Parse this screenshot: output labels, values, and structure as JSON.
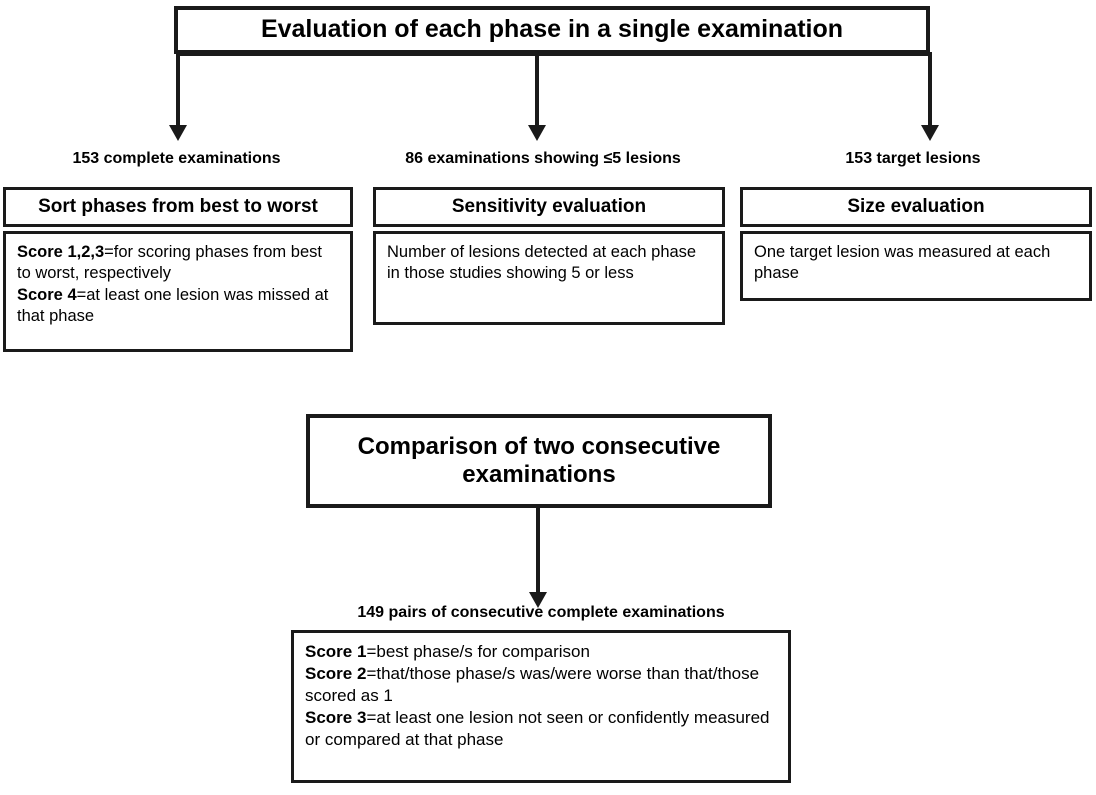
{
  "diagram": {
    "title": "Evaluation of each phase in a single examination",
    "branches": [
      {
        "caption": "153 complete examinations",
        "heading": "Sort phases from best to worst",
        "lines": [
          {
            "bold": "Score 1,2,3",
            "rest": "=for scoring phases from best to worst, respectively"
          },
          {
            "bold": "Score 4",
            "rest": "=at least one lesion was missed at that phase"
          }
        ]
      },
      {
        "caption": "86 examinations showing ≤5 lesions",
        "heading": "Sensitivity evaluation",
        "lines": [
          {
            "bold": "",
            "rest": "Number of lesions detected at each phase in those studies showing 5 or less"
          }
        ]
      },
      {
        "caption": "153 target lesions",
        "heading": "Size evaluation",
        "lines": [
          {
            "bold": "",
            "rest": "One target lesion was measured at each phase"
          }
        ]
      }
    ],
    "comparison": {
      "title": "Comparison of two consecutive examinations",
      "caption": "149 pairs of consecutive complete examinations",
      "lines": [
        {
          "bold": "Score 1",
          "rest": "=best phase/s for comparison"
        },
        {
          "bold": "Score 2",
          "rest": "=that/those phase/s was/were worse than that/those scored as 1"
        },
        {
          "bold": "Score 3",
          "rest": "=at least one lesion not seen or confidently measured or compared at that phase"
        }
      ]
    },
    "colors": {
      "stroke": "#1a1a1a",
      "background": "#ffffff",
      "text": "#000000"
    }
  }
}
